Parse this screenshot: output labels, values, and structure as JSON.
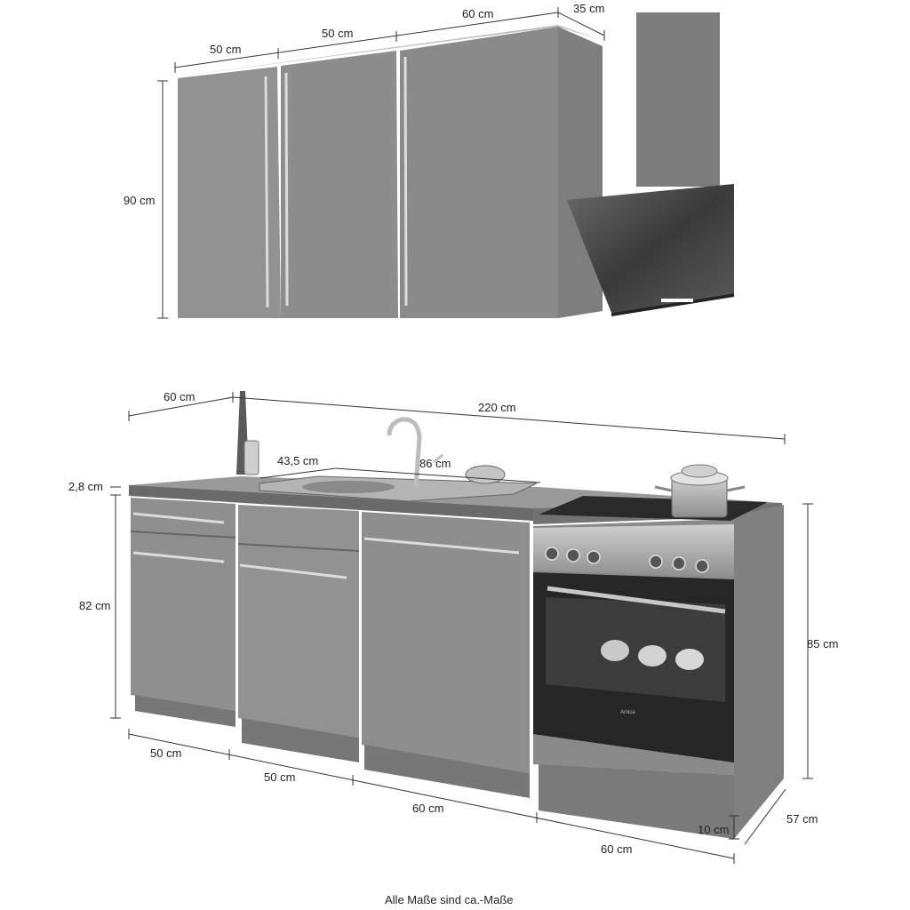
{
  "upper": {
    "dims": {
      "w1": "50 cm",
      "w2": "50 cm",
      "w3": "60 cm",
      "depth": "35 cm",
      "height": "90 cm"
    }
  },
  "lower": {
    "dims": {
      "side_depth": "60 cm",
      "total_width": "220 cm",
      "sink_offset": "43,5 cm",
      "sink_width": "86 cm",
      "worktop": "2,8 cm",
      "carcass_height": "82 cm",
      "total_height": "85 cm",
      "w1": "50 cm",
      "w2": "50 cm",
      "w3": "60 cm",
      "w4": "60 cm",
      "plinth": "10 cm",
      "depth": "57 cm"
    }
  },
  "oven": {
    "brand": "Amica"
  },
  "caption": "Alle Maße sind ca.-Maße",
  "colors": {
    "front": "#8c8c8c",
    "front_light": "#999999",
    "side": "#7a7a7a",
    "worktop": "#6e6e6e",
    "dark": "#2b2b2b",
    "line": "#333333"
  }
}
